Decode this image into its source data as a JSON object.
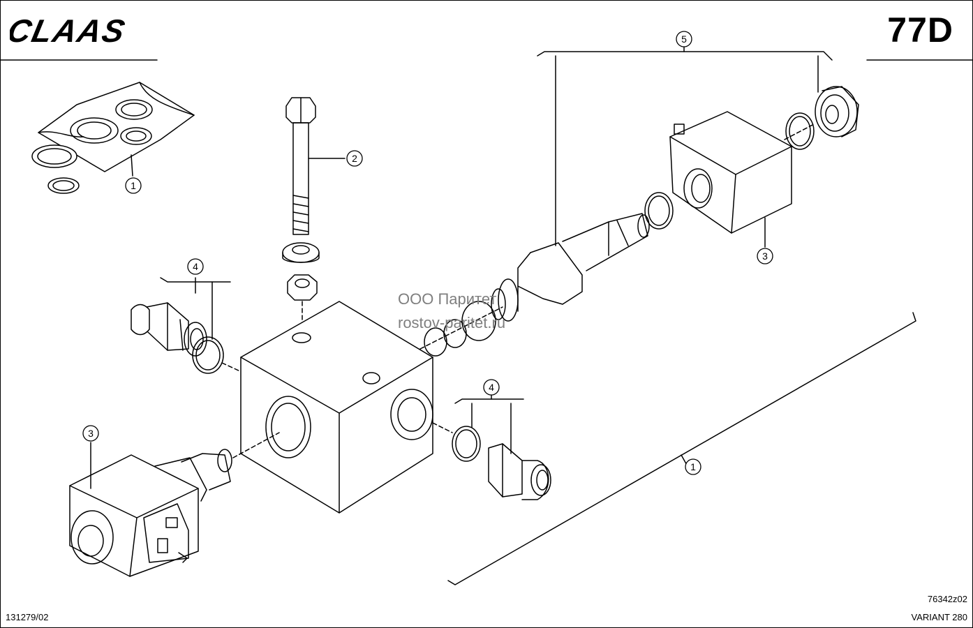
{
  "header": {
    "brand": "CLAAS",
    "page_code": "77D"
  },
  "footer": {
    "doc_number": "131279/02",
    "drawing_number": "76342z02",
    "model": "VARIANT 280"
  },
  "watermark": {
    "line1": "ООО Паритет",
    "line2": "rostov-paritet.ru"
  },
  "callouts": {
    "seal_kit": "1",
    "bolt": "2",
    "solenoid_coil_top": "3",
    "fitting_left": "4",
    "cartridge_valve": "5",
    "fitting_right": "4",
    "solenoid_coil_bottom": "3",
    "valve_assembly": "1"
  },
  "colors": {
    "ink": "#000000",
    "watermark": "#7f7f7f",
    "background": "#ffffff"
  }
}
